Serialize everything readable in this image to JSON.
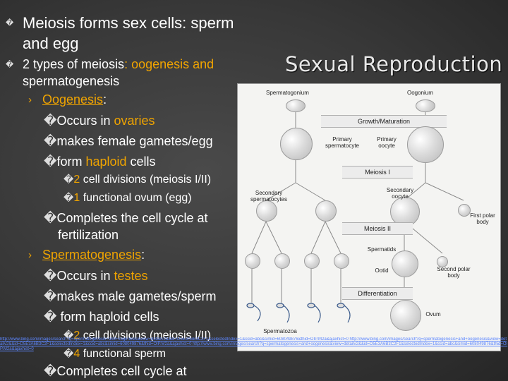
{
  "slide": {
    "title": "Sexual Reproduction",
    "bullets": {
      "b1_line1": "Meiosis forms sex cells:  sperm",
      "b1_line2": "and egg",
      "b2_line1_a": "2 types of meiosis",
      "b2_line1_b": ": oogenesis and",
      "b2_line2": "spermatogenesis",
      "oog_label": "Oogenesis",
      "oog_colon": ":",
      "oog_1a": "Occurs in ",
      "oog_1b": "ovaries",
      "oog_2": "makes female gametes/egg",
      "oog_3a": "form ",
      "oog_3b": "haploid",
      "oog_3c": " cells",
      "oog_4a": "2",
      "oog_4b": " cell divisions (meiosis I/II)",
      "oog_5a": "1",
      "oog_5b": " functional ovum (egg)",
      "oog_6a": "Completes the cell cycle at",
      "oog_6b": "fertilization",
      "sp_label": "Spermatogenesis",
      "sp_colon": ":",
      "sp_1a": "Occurs in ",
      "sp_1b": "testes",
      "sp_2": "makes male gametes/sperm",
      "sp_3a": " form haploid cells",
      "sp_4a": "2",
      "sp_4b": " cell divisions (meiosis I/II)",
      "sp_5a": "4",
      "sp_5b": " functional sperm",
      "sp_6": "Completes cell cycle at"
    },
    "bullet_glyph": "�",
    "chevron": "›"
  },
  "diagram": {
    "spermatogonium": "Spermatogonium",
    "oogonium": "Oogonium",
    "growth": "Growth/Maturation",
    "primary_spermatocyte": "Primary spermatocyte",
    "primary_oocyte": "Primary oocyte",
    "meiosis1": "Meiosis I",
    "secondary_spermatocytes": "Secondary spermatocytes",
    "secondary_oocyte": "Secondary oocyte",
    "first_polar_body": "First polar body",
    "meiosis2": "Meiosis II",
    "spermatids": "Spermatids",
    "ootid": "Ootid",
    "second_polar_body": "Second polar body",
    "differentiation": "Differentiation",
    "ovum": "Ovum",
    "spermatozoa": "Spermatozoa"
  },
  "footer_url": "http://www.bing.com/images/search?q=spermatogenesis+and+oogenesis&view=detailv2&&id=D5E3A6B3C2F1&selectedIndex=1&ccid=abc&simid=608049876&thid=OIP.M2a&ajaxhist=0 http://www.bing.com/images/search?q=spermatogenesis+and+oogenesis&view=detailv2&&id=D5E3A6B3C2F1&selectedIndex=1&ccid=abc&simid=608049876&thid=OIP.M2a&ajaxhist=0 http://www.bing.com/images/search?q=spermatogenesis+and+oogenesis&view=detailv2&&id=D5E3A6B3C2F1&selectedIndex=1&ccid=abc&simid=608049876&thid=OIP.M2a&ajaxhist=0",
  "colors": {
    "accent": "#f0a400",
    "text": "#ffffff",
    "link": "#5d87ff",
    "background": "#3a3a3a"
  }
}
